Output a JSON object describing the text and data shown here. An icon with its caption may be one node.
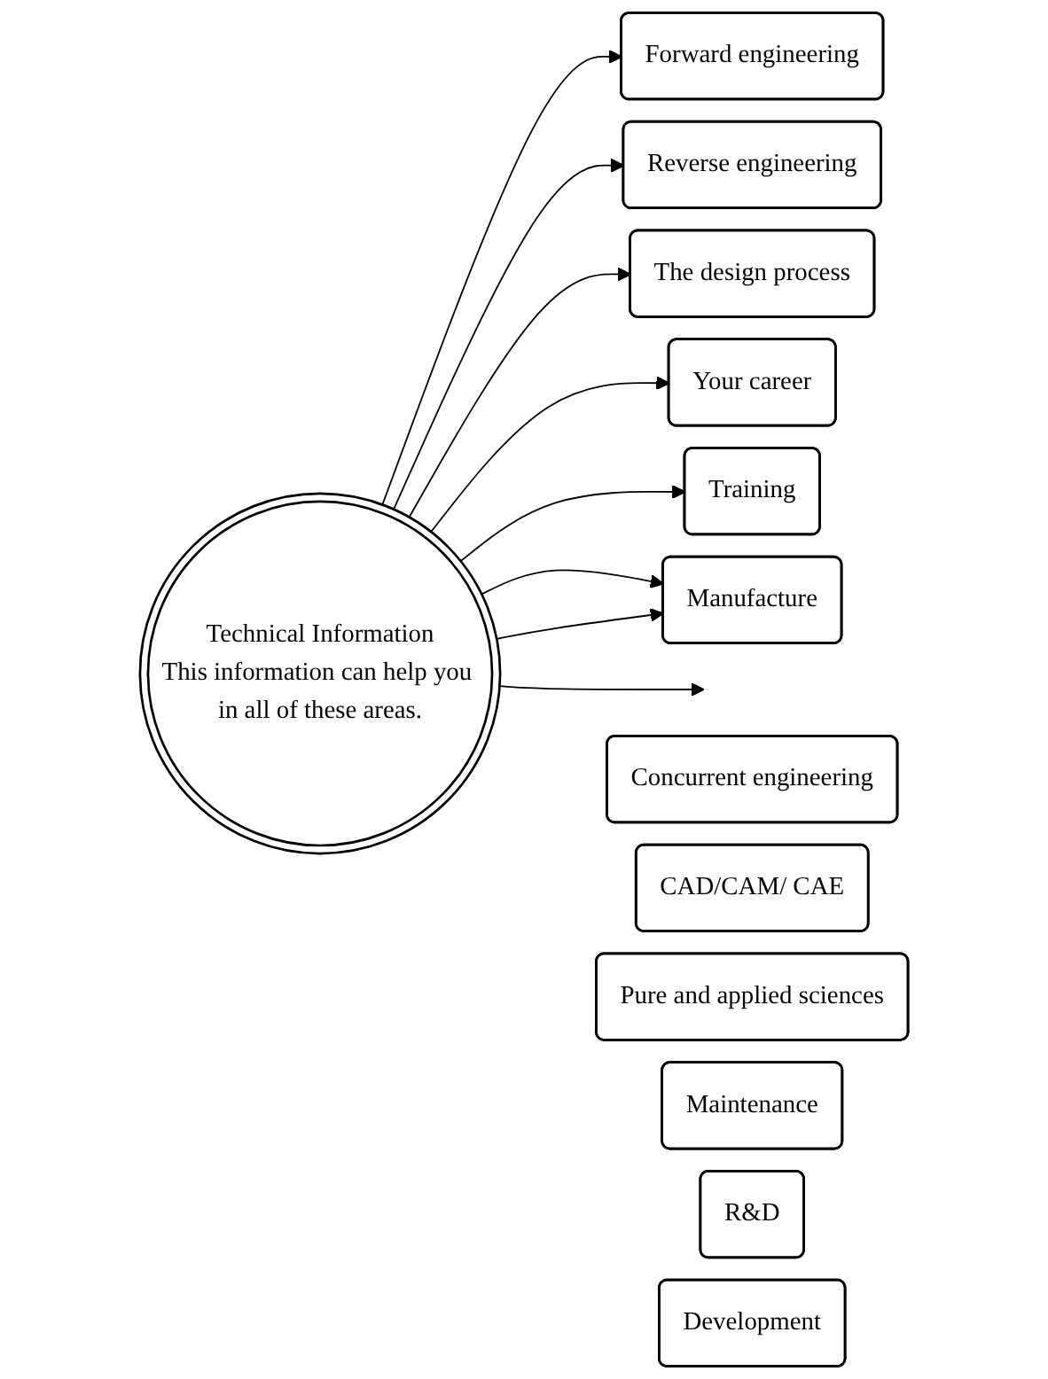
{
  "diagram": {
    "nodes": [
      {
        "text": [
          "Technical Information",
          "This information can help you in all of these areas."
        ]
      },
      {
        "text": [
          "Forward engineering"
        ]
      },
      {
        "text": [
          "Reverse engineering"
        ]
      },
      {
        "text": [
          "Concurrent engineering"
        ]
      },
      {
        "text": [
          "CAD/CAM/ CAE"
        ]
      },
      {
        "text": [
          "The design process"
        ]
      },
      {
        "text": [
          "Your career"
        ]
      },
      {
        "text": [
          "Training"
        ]
      },
      {
        "text": [
          "Pure and applied sciences"
        ]
      },
      {
        "text": [
          "Manufacture"
        ]
      },
      {
        "text": [
          "Maintenance"
        ]
      },
      {
        "text": [
          "R&D"
        ]
      },
      {
        "text": [
          "Development"
        ]
      }
    ],
    "edges": [
      {
        "from": 0,
        "to": 1,
        "arrow": "to"
      },
      {
        "from": 0,
        "to": 2,
        "arrow": "to"
      },
      {
        "from": 0,
        "to": 5,
        "arrow": "to"
      },
      {
        "from": 0,
        "to": 6,
        "arrow": "to"
      },
      {
        "from": 0,
        "to": 7,
        "arrow": "to"
      },
      {
        "from": 0,
        "to": 9,
        "arrow": "to"
      },
      {
        "from": 0,
        "to": 9,
        "arrow": "to"
      },
      {
        "from": 0,
        "to": null,
        "arrow": "to"
      }
    ]
  }
}
